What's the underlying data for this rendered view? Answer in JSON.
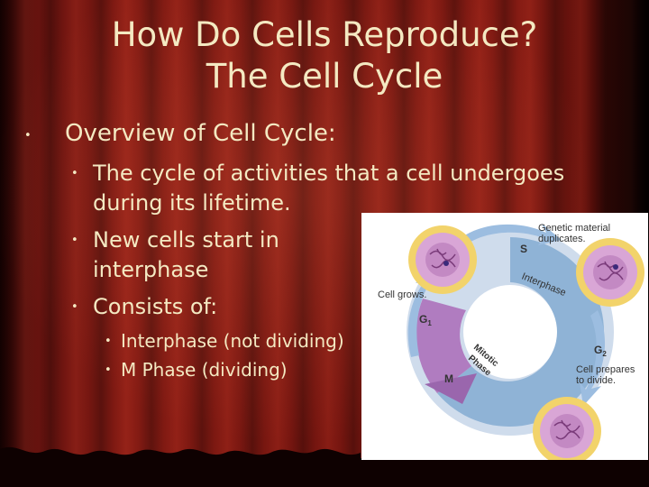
{
  "slide": {
    "title_line1": "How Do Cells Reproduce?",
    "title_line2": "The Cell Cycle",
    "bullet_main": "Overview of Cell Cycle:",
    "sub1_line1": "The cycle of activities that a cell undergoes",
    "sub1_line2": "during its lifetime.",
    "sub2_line1": "New cells start in",
    "sub2_line2": "interphase",
    "sub3": "Consists of:",
    "subsub1": "Interphase (not dividing)",
    "subsub2": "M Phase (dividing)"
  },
  "diagram": {
    "genetic_line1": "Genetic material",
    "genetic_line2": "duplicates.",
    "s": "S",
    "interphase": "Interphase",
    "cell_grows": "Cell grows.",
    "g1": "G",
    "g1_sub": "1",
    "g2": "G",
    "g2_sub": "2",
    "m": "M",
    "mitotic1": "Mitotic",
    "mitotic2": "Phase",
    "prepares_line1": "Cell prepares",
    "prepares_line2": "to divide."
  },
  "colors": {
    "curtain": "#7a1610",
    "text": "#f4e9c2",
    "cycle_blue": "#8fb3d6",
    "mitotic_purple": "#b07cc0",
    "cell_pink": "#d9a6d6"
  }
}
